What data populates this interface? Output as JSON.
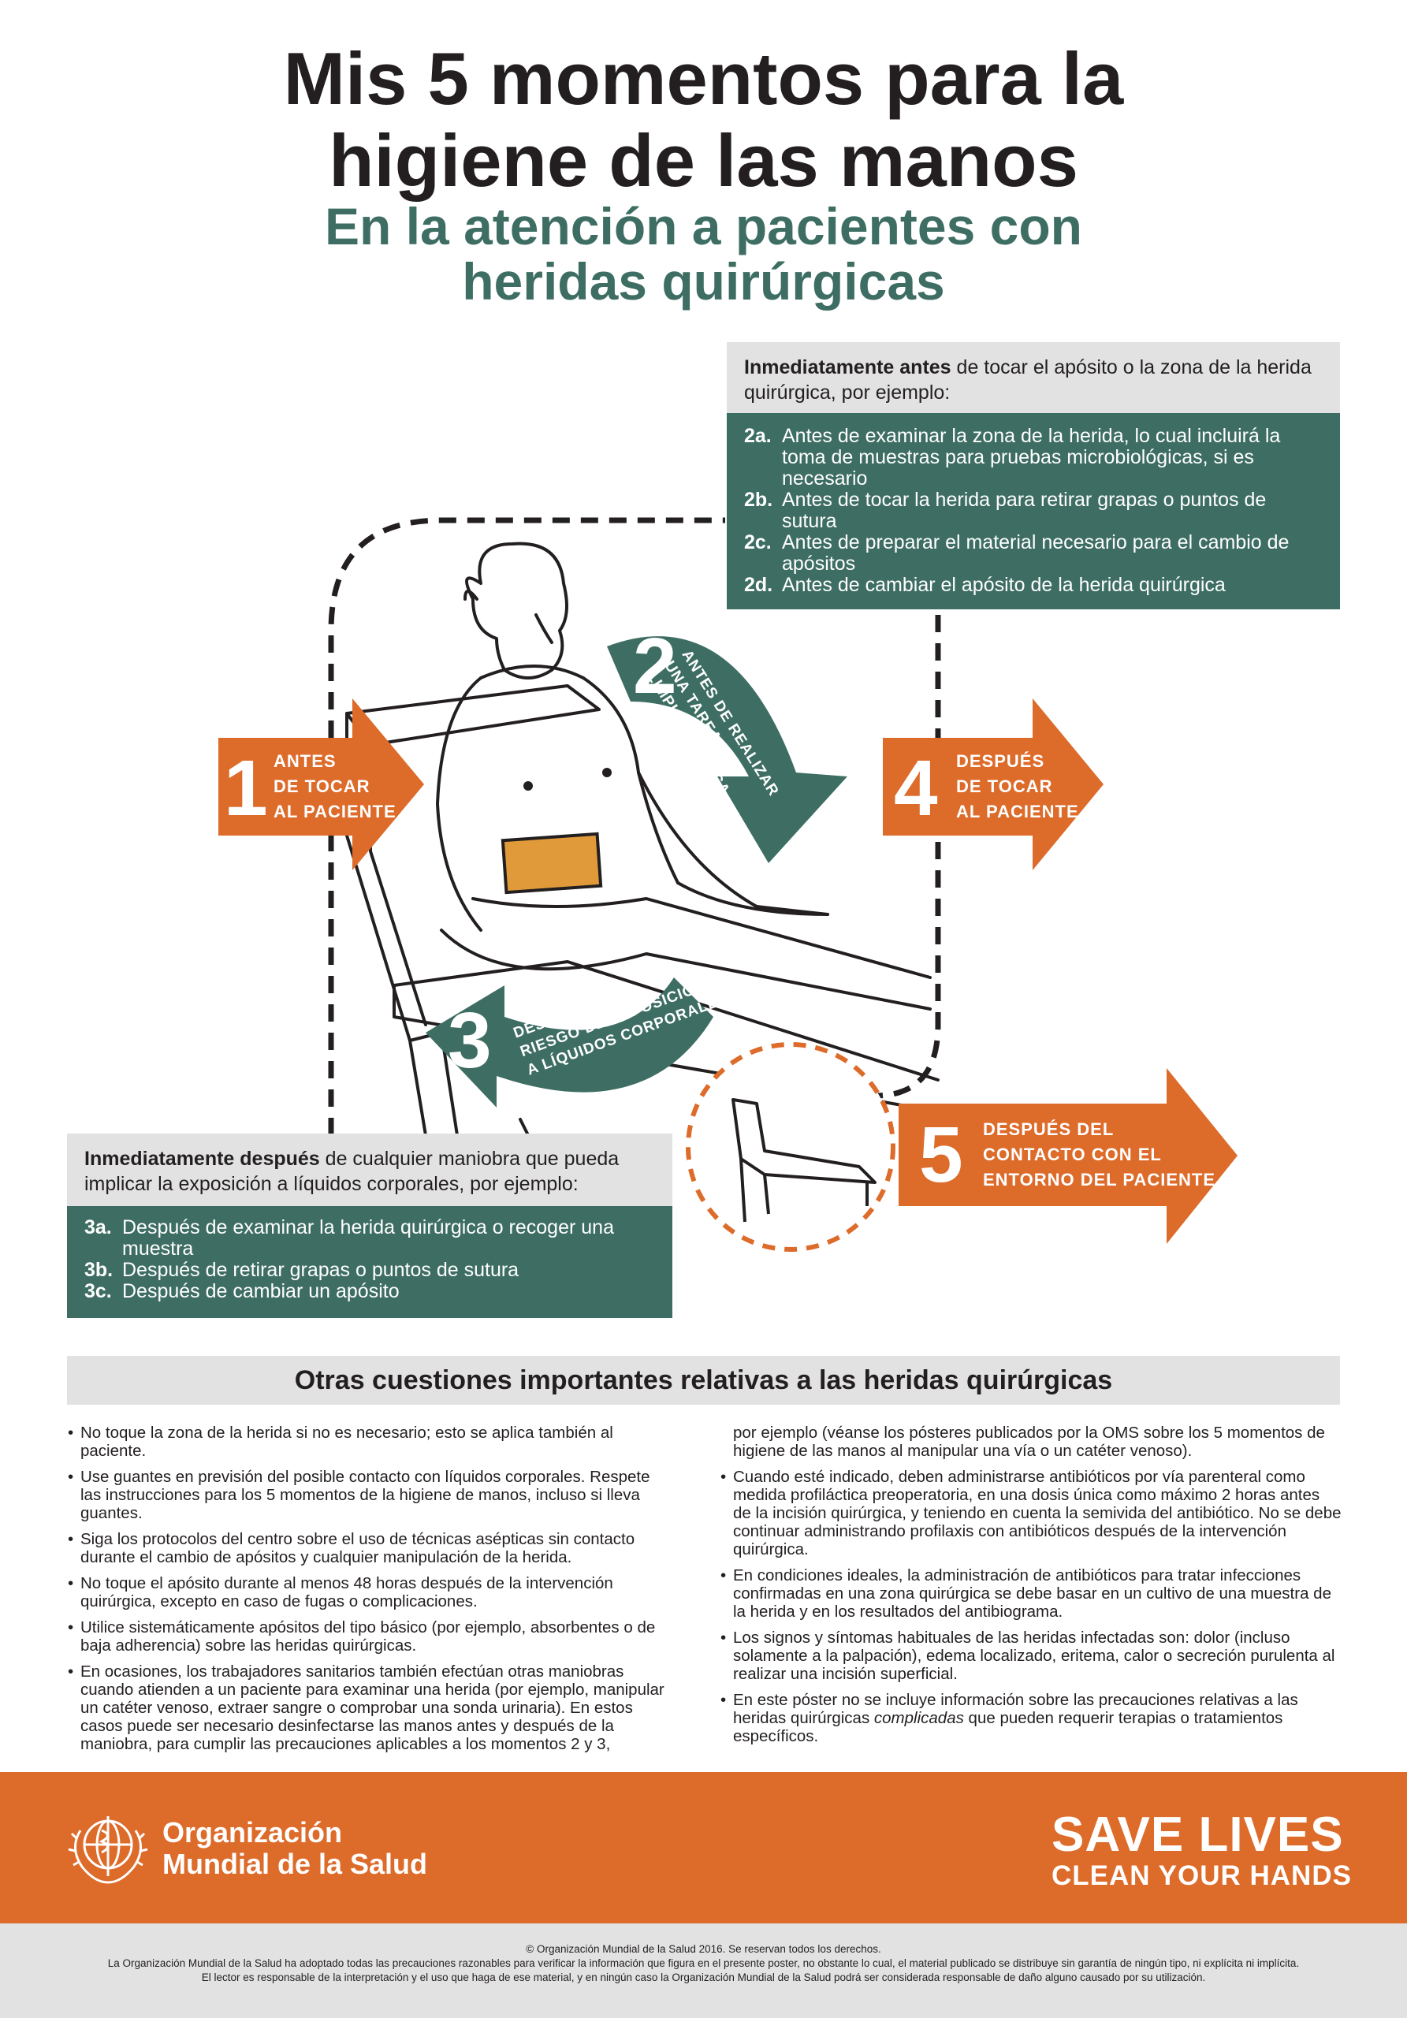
{
  "header": {
    "title_line1": "Mis 5 momentos para la",
    "title_line2": "higiene de las manos",
    "subtitle_line1": "En la atención a pacientes con",
    "subtitle_line2": "heridas quirúrgicas"
  },
  "panel_before": {
    "head_bold": "Inmediatamente antes",
    "head_rest": " de tocar el apósito o la zona de la herida quirúrgica, por ejemplo:",
    "items": [
      {
        "code": "2a.",
        "text": "Antes de examinar la zona de la herida, lo cual incluirá la toma de muestras para pruebas microbiológicas, si es necesario"
      },
      {
        "code": "2b.",
        "text": "Antes de tocar la herida para retirar grapas o puntos de sutura"
      },
      {
        "code": "2c.",
        "text": "Antes de preparar el material necesario para el cambio de apósitos"
      },
      {
        "code": "2d.",
        "text": "Antes de cambiar el apósito de la herida quirúrgica"
      }
    ]
  },
  "panel_after": {
    "head_bold": "Inmediatamente después",
    "head_rest": " de cualquier maniobra que pueda implicar la exposición a líquidos corporales, por ejemplo:",
    "items": [
      {
        "code": "3a.",
        "text": "Después de examinar la herida quirúrgica o recoger una muestra"
      },
      {
        "code": "3b.",
        "text": "Después de retirar grapas o puntos de sutura"
      },
      {
        "code": "3c.",
        "text": "Después de cambiar un apósito"
      }
    ]
  },
  "moments": {
    "m1": {
      "num": "1",
      "l1": "ANTES",
      "l2": "DE TOCAR",
      "l3": "AL PACIENTE"
    },
    "m2": {
      "num": "2",
      "l1": "ANTES DE REALIZAR",
      "l2": "UNA TAREA",
      "l3": "LIMPIA/ASÉPTICA"
    },
    "m3": {
      "num": "3",
      "l1": "DESPUÉS DEL",
      "l2": "RIESGO DE EXPOSICIÓN",
      "l3": "A LÍQUIDOS CORPORALES"
    },
    "m4": {
      "num": "4",
      "l1": "DESPUÉS",
      "l2": "DE TOCAR",
      "l3": "AL PACIENTE"
    },
    "m5": {
      "num": "5",
      "l1": "DESPUÉS DEL",
      "l2": "CONTACTO CON EL",
      "l3": "ENTORNO DEL PACIENTE"
    }
  },
  "other": {
    "title": "Otras cuestiones importantes relativas a las heridas quirúrgicas",
    "left": [
      "No toque la zona de la herida si no es necesario; esto se aplica también al paciente.",
      "Use guantes en previsión del posible contacto con líquidos corporales. Respete las instrucciones para los 5 momentos de la higiene de manos, incluso si lleva guantes.",
      "Siga los protocolos del centro sobre el uso de técnicas asépticas sin contacto durante el cambio de apósitos y cualquier manipulación de la herida.",
      "No toque el apósito durante al menos 48 horas después de la intervención quirúrgica, excepto en caso de fugas o complicaciones.",
      "Utilice sistemáticamente apósitos del tipo básico (por ejemplo, absorbentes o de baja adherencia) sobre las heridas quirúrgicas.",
      "En ocasiones, los trabajadores sanitarios también efectúan otras maniobras cuando atienden a un paciente para examinar una herida (por ejemplo, manipular un catéter venoso, extraer sangre o comprobar una sonda urinaria). En estos casos puede ser necesario desinfectarse las manos antes y después de la maniobra, para cumplir las precauciones aplicables a los momentos 2 y 3,"
    ],
    "right_cont": "por ejemplo (véanse los pósteres publicados por la OMS sobre los 5 momentos de higiene de las manos al manipular una vía o un catéter venoso).",
    "right": [
      "Cuando esté indicado, deben administrarse antibióticos por vía parenteral como medida profiláctica preoperatoria, en una dosis única como máximo 2 horas antes de la incisión quirúrgica, y teniendo en cuenta la semivida del antibiótico. No se debe continuar administrando profilaxis con antibióticos después de la intervención quirúrgica.",
      "En condiciones ideales, la administración de antibióticos para tratar infecciones confirmadas en una zona quirúrgica se debe basar en un cultivo de una muestra de la herida y en los resultados del antibiograma.",
      "Los signos y síntomas habituales de las heridas infectadas son: dolor (incluso solamente a la palpación), edema localizado, eritema, calor o secreción purulenta al realizar una incisión superficial."
    ],
    "right_last_a": "En este póster no se incluye información sobre las precauciones relativas a las heridas quirúrgicas ",
    "right_last_em": "complicadas",
    "right_last_b": " que pueden requerir terapias o tratamientos específicos."
  },
  "footer": {
    "org_line1": "Organización",
    "org_line2": "Mundial de la Salud",
    "save_line1": "SAVE LIVES",
    "save_line2": "CLEAN YOUR HANDS",
    "copyright": "© Organización Mundial de la Salud 2016. Se reservan todos los derechos.",
    "legal1": "La Organización Mundial de la Salud ha adoptado todas las precauciones razonables para verificar la información que figura en el presente poster, no obstante lo cual, el material publicado se distribuye sin garantía de ningún tipo, ni explícita ni implícita.",
    "legal2": "El lector es responsable de la interpretación y el uso que haga de ese material, y en ningún caso la Organización Mundial de la Salud podrá ser considerada responsable de daño alguno causado por su utilización."
  },
  "colors": {
    "green": "#3e6e63",
    "orange": "#dd6b2a",
    "grey": "#e2e2e2",
    "dressing": "#e09a3a"
  },
  "icons": [
    "patient-illustration",
    "bed-illustration",
    "who-emblem-icon"
  ]
}
